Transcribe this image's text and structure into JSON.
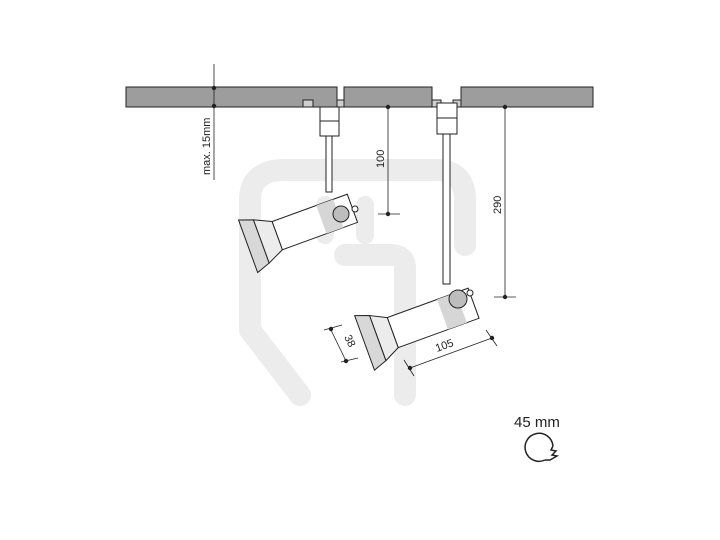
{
  "diagram": {
    "labels": {
      "ceiling_gap": "max. 15mm",
      "short_drop": "100",
      "long_drop": "290",
      "head_diameter": "38",
      "head_length": "105",
      "cutout_size": "45 mm"
    },
    "icons": {
      "cutout": "hole-saw-icon",
      "watermark": "brand-watermark-icon"
    },
    "colors": {
      "ceiling_fill": "#9d9d9d",
      "stroke": "#222222",
      "fixture_fill": "#ffffff",
      "lamp_shade": "#d8d8d8",
      "watermark": "#ececec"
    }
  }
}
